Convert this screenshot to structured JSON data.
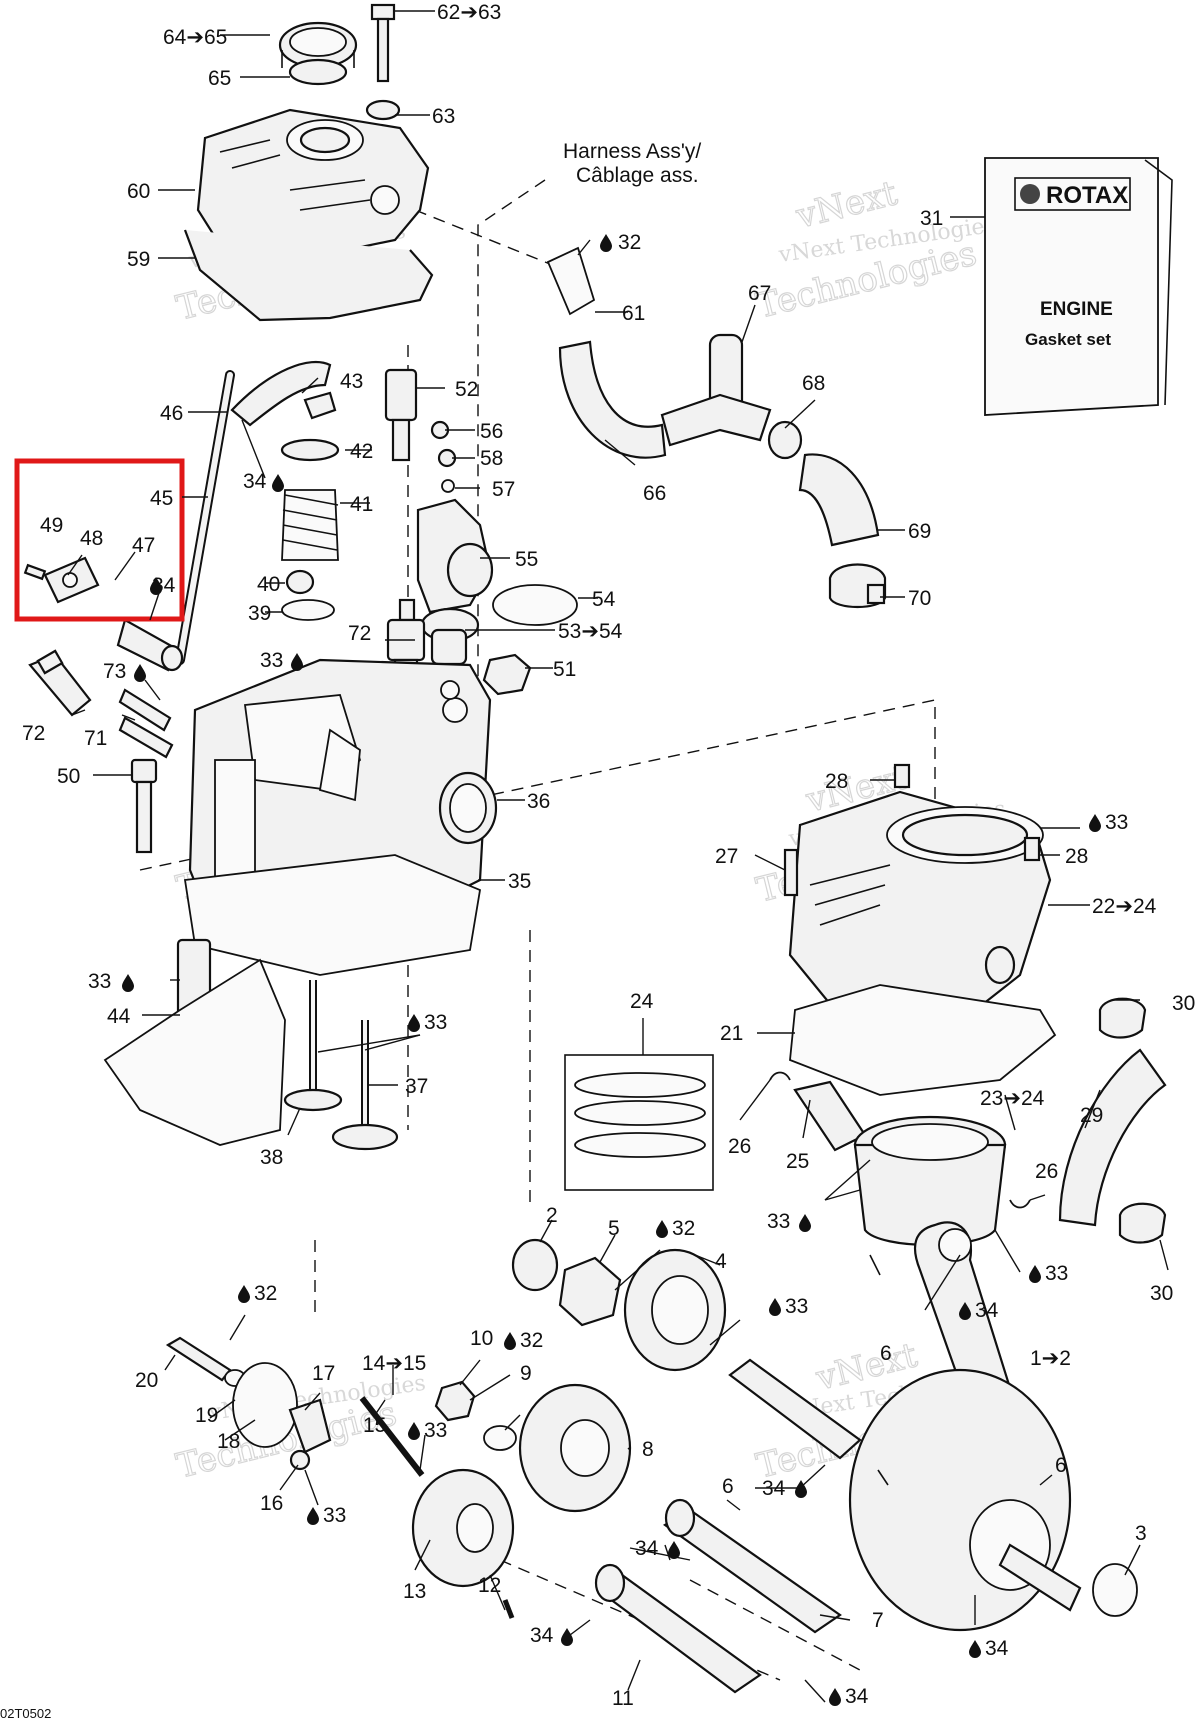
{
  "diagram": {
    "drawing_number": "02T0502",
    "harness_note_en": "Harness Ass'y/",
    "harness_note_fr": "Câblage ass.",
    "gasket_set": {
      "brand": "ROTAX",
      "line1": "ENGINE",
      "line2": "Gasket set"
    },
    "watermark": {
      "line1": "vNext Technologies",
      "line2": "vNext",
      "line3": "Technologies"
    },
    "labels": [
      "64➔65",
      "65",
      "62➔63",
      "63",
      "60",
      "59",
      "31",
      "32",
      "61",
      "67",
      "68",
      "66",
      "69",
      "70",
      "52",
      "56",
      "58",
      "57",
      "55",
      "54",
      "53➔54",
      "51",
      "72",
      "43",
      "46",
      "42",
      "34",
      "41",
      "40",
      "39",
      "45",
      "49",
      "48",
      "47",
      "34",
      "33",
      "73",
      "72",
      "71",
      "50",
      "36",
      "35",
      "28",
      "33",
      "27",
      "28",
      "22➔24",
      "33",
      "44",
      "33",
      "37",
      "38",
      "24",
      "21",
      "30",
      "29",
      "26",
      "25",
      "23➔24",
      "26",
      "33",
      "33",
      "30",
      "2",
      "5",
      "32",
      "4",
      "33",
      "34",
      "32",
      "20",
      "19",
      "18",
      "17",
      "15",
      "14➔15",
      "10",
      "32",
      "9",
      "33",
      "16",
      "33",
      "8",
      "13",
      "12",
      "6",
      "34",
      "1➔2",
      "6",
      "34",
      "3",
      "7",
      "34",
      "11",
      "34",
      "34"
    ],
    "oil_drop_icon": "oil-drop-icon",
    "highlight_color": "#e01818"
  }
}
